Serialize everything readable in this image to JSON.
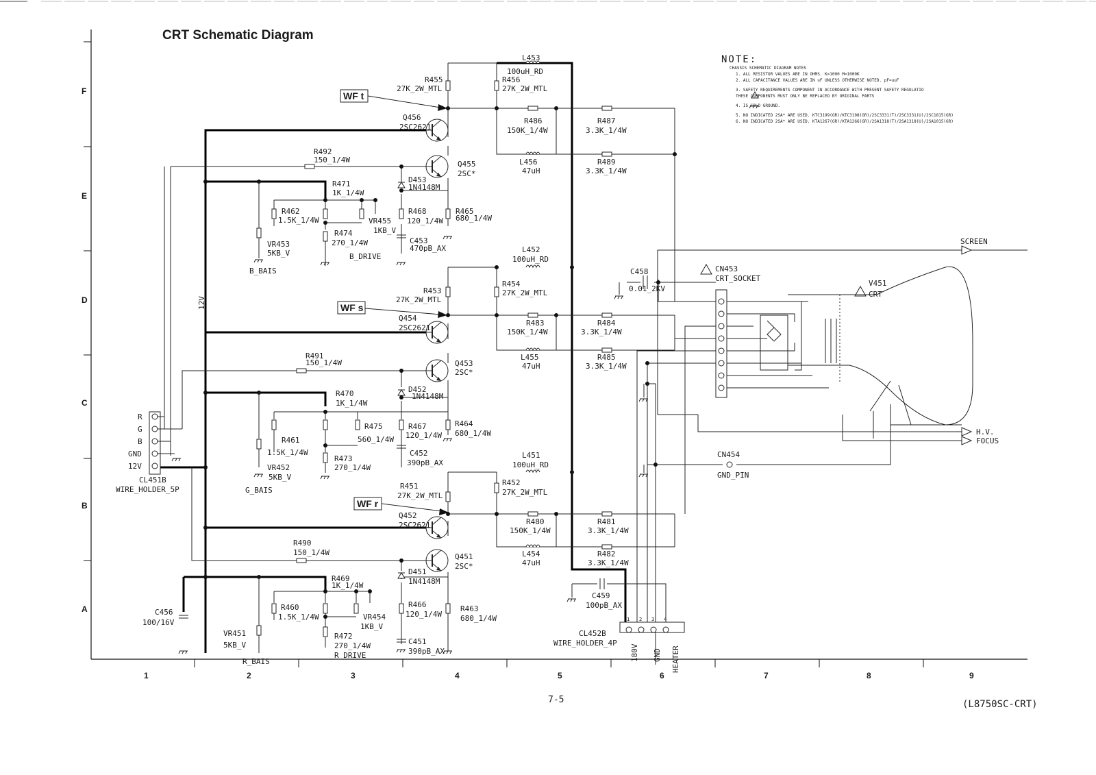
{
  "title": "CRT Schematic Diagram",
  "page_number": "7-5",
  "doc_code": "(L8750SC-CRT)",
  "grid": {
    "rows": [
      "F",
      "E",
      "D",
      "C",
      "B",
      "A"
    ],
    "cols": [
      "1",
      "2",
      "3",
      "4",
      "5",
      "6",
      "7",
      "8",
      "9"
    ]
  },
  "note": {
    "heading": "NOTE:",
    "lines": [
      "CHASSIS SCHEMATIC DIAGRAM NOTES",
      "1.  ALL RESISTOR VALUES ARE IN OHMS. K=1000 M=1000K",
      "2.  ALL CAPACITANCE VALUES ARE IN uF UNLESS OTHERWISE NOTED. pF=uuF",
      "3.       SAFETY REQUIREMENTS COMPONENT IN ACCORDANCE WITH PRESENT SAFETY REGULATIO",
      "          THESE COMPONENTS MUST ONLY BE REPLACED BY ORIGINAL PARTS",
      "4.        IS COLD GROUND.",
      "5.  NO INDICATED 2SA* ARE USED. KTC3199(GR)/KTC3198(GR)/2SC3331(T)/2SC3331(U)/2SC1815(GR)",
      "6.  NO INDICATED 2SA* ARE USED. KTA1267(GR)/KTA1266(GR)/2SA1318(T)/2SA1318(U)/2SA1015(GR)"
    ]
  },
  "waveforms": [
    "WF t",
    "WF s",
    "WF r"
  ],
  "channels": [
    {
      "L_top": "L453",
      "L_top_val": "100uH_RD",
      "R_col": "R455",
      "R_col_val": "27K_2W_MTL",
      "R_par": "R456",
      "R_par_val": "27K_2W_MTL",
      "Q_out": "Q456",
      "Q_out_type": "2SC2621",
      "R_fb": "R486",
      "R_fb_val": "150K_1/4W",
      "L_fb": "L456",
      "L_fb_val": "47uH",
      "R_o1": "R487",
      "R_o1_val": "3.3K_1/4W",
      "R_o2": "R489",
      "R_o2_val": "3.3K_1/4W",
      "R_in": "R492",
      "R_in_val": "150_1/4W",
      "Q_in": "Q455",
      "Q_in_type": "2SC*",
      "D": "D453",
      "D_type": "1N4148M",
      "R_k": "R471",
      "R_k_val": "1K_1/4W",
      "R_b": "R462",
      "R_b_val": "1.5K_1/4W",
      "VR_drv": "VR455",
      "VR_drv_val": "1KB_V",
      "R_e": "R474",
      "R_e_val": "270_1/4W",
      "VR_bias": "VR453",
      "VR_bias_val": "5KB_V",
      "R_s": "R468",
      "R_s_val": "120_1/4W",
      "R_c": "R465",
      "R_c_val": "680_1/4W",
      "C": "C453",
      "C_val": "470pB_AX",
      "bias_label": "B_BAIS",
      "drive_label": "B_DRIVE"
    },
    {
      "L_top": "L452",
      "L_top_val": "100uH_RD",
      "R_col": "R453",
      "R_col_val": "27K_2W_MTL",
      "R_par": "R454",
      "R_par_val": "27K_2W_MTL",
      "Q_out": "Q454",
      "Q_out_type": "2SC2621",
      "R_fb": "R483",
      "R_fb_val": "150K_1/4W",
      "L_fb": "L455",
      "L_fb_val": "47uH",
      "R_o1": "R484",
      "R_o1_val": "3.3K_1/4W",
      "R_o2": "R485",
      "R_o2_val": "3.3K_1/4W",
      "R_in": "R491",
      "R_in_val": "150_1/4W",
      "Q_in": "Q453",
      "Q_in_type": "2SC*",
      "D": "D452",
      "D_type": "1N4148M",
      "R_k": "R470",
      "R_k_val": "1K_1/4W",
      "R_b": "R461",
      "R_b_val": "1.5K_1/4W",
      "VR_drv": "R475",
      "VR_drv_val": "560_1/4W",
      "R_e": "R473",
      "R_e_val": "270_1/4W",
      "VR_bias": "VR452",
      "VR_bias_val": "5KB_V",
      "R_s": "R467",
      "R_s_val": "120_1/4W",
      "R_c": "R464",
      "R_c_val": "680_1/4W",
      "C": "C452",
      "C_val": "390pB_AX",
      "bias_label": "G_BAIS",
      "drive_label": ""
    },
    {
      "L_top": "L451",
      "L_top_val": "100uH_RD",
      "R_col": "R451",
      "R_col_val": "27K_2W_MTL",
      "R_par": "R452",
      "R_par_val": "27K_2W_MTL",
      "Q_out": "Q452",
      "Q_out_type": "2SC2621",
      "R_fb": "R480",
      "R_fb_val": "150K_1/4W",
      "L_fb": "L454",
      "L_fb_val": "47uH",
      "R_o1": "R481",
      "R_o1_val": "3.3K_1/4W",
      "R_o2": "R482",
      "R_o2_val": "3.3K_1/4W",
      "R_in": "R490",
      "R_in_val": "150_1/4W",
      "Q_in": "Q451",
      "Q_in_type": "2SC*",
      "D": "D451",
      "D_type": "1N4148M",
      "R_k": "R469",
      "R_k_val": "1K_1/4W",
      "R_b": "R460",
      "R_b_val": "1.5K_1/4W",
      "VR_drv": "VR454",
      "VR_drv_val": "1KB_V",
      "R_e": "R472",
      "R_e_val": "270_1/4W",
      "VR_bias": "VR451",
      "VR_bias_val": "5KB_V",
      "R_s": "R466",
      "R_s_val": "120_1/4W",
      "R_c": "R463",
      "R_c_val": "680_1/4W",
      "C": "C451",
      "C_val": "390pB_AX",
      "bias_label": "R_BAIS",
      "drive_label": "R_DRIVE"
    }
  ],
  "left_connector": {
    "pins": [
      "R",
      "G",
      "B",
      "GND",
      "12V"
    ],
    "name": "CL451B",
    "type": "WIRE_HOLDER_5P"
  },
  "supply_label": "12V",
  "c456": {
    "ref": "C456",
    "val": "100/16V"
  },
  "c458": {
    "ref": "C458",
    "val": "0.01_2KV"
  },
  "c459": {
    "ref": "C459",
    "val": "100pB_AX"
  },
  "cn453": {
    "ref": "CN453",
    "type": "CRT_SOCKET"
  },
  "v451": {
    "ref": "V451",
    "type": "CRT"
  },
  "cn454": {
    "ref": "CN454",
    "type": "GND_PIN"
  },
  "cl452b": {
    "ref": "CL452B",
    "type": "WIRE_HOLDER_4P",
    "pin_numbers": [
      "1",
      "2",
      "3",
      "4"
    ],
    "pin_labels": [
      "180V",
      "GND",
      "HEATER"
    ]
  },
  "outputs": {
    "screen": "SCREEN",
    "hv": "H.V.",
    "focus": "FOCUS"
  }
}
